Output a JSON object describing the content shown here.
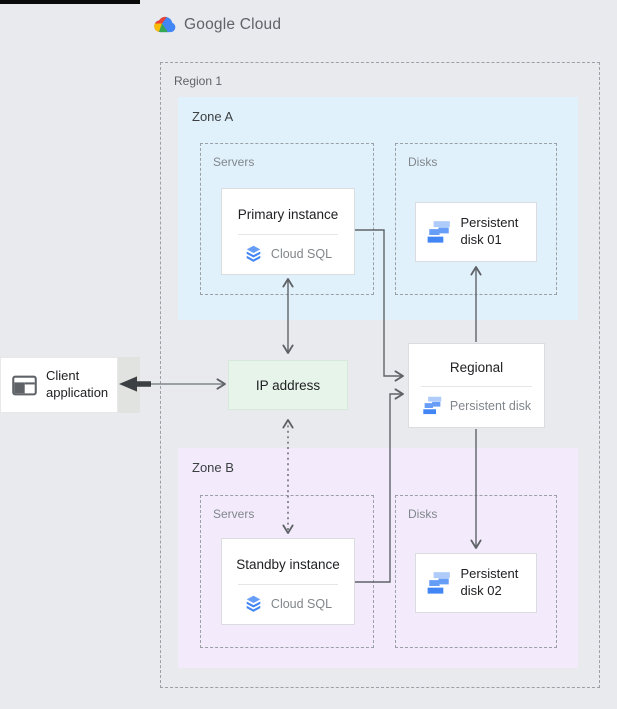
{
  "header": {
    "logo_text": "Google Cloud"
  },
  "region": {
    "label": "Region 1"
  },
  "client": {
    "label": "Client application"
  },
  "ip": {
    "label": "IP address"
  },
  "zone_a": {
    "label": "Zone A",
    "servers": {
      "label": "Servers",
      "card": {
        "title": "Primary instance",
        "product": "Cloud SQL"
      }
    },
    "disks": {
      "label": "Disks",
      "card": {
        "title": "Persistent disk 01"
      }
    }
  },
  "zone_b": {
    "label": "Zone B",
    "servers": {
      "label": "Servers",
      "card": {
        "title": "Standby instance",
        "product": "Cloud SQL"
      }
    },
    "disks": {
      "label": "Disks",
      "card": {
        "title": "Persistent disk 02"
      }
    }
  },
  "regional_disk": {
    "title": "Regional",
    "product": "Persistent disk"
  },
  "icons": {
    "logo": "google-cloud-icon",
    "sql": "cloud-sql-icon",
    "disk": "persistent-disk-icon",
    "client": "client-application-icon"
  },
  "colors": {
    "background": "#e8eaed",
    "zone_a_bg": "#e1f1fb",
    "zone_b_bg": "#f3ebfb",
    "ip_bg": "#e6f4ea",
    "card_border": "#dadce0",
    "dashed_border": "#9aa0a6",
    "arrow": "#5f6368",
    "google_blue": "#4285f4",
    "google_red": "#ea4335",
    "google_yellow": "#fbbc04",
    "google_green": "#34a853",
    "disk_icon_light": "#aecbfa",
    "disk_icon_mid": "#669df6"
  }
}
